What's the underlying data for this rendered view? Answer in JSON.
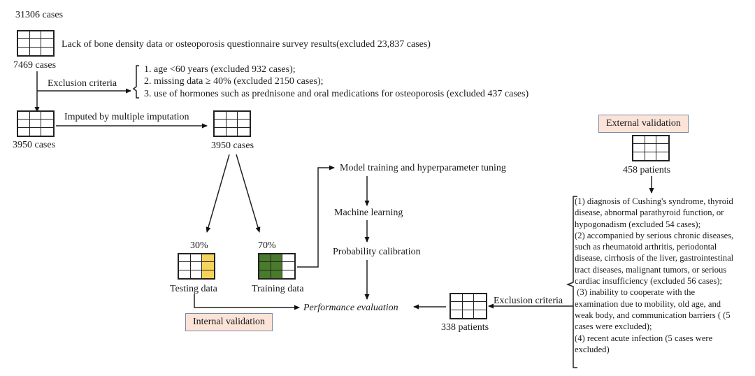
{
  "nodes": {
    "total": "31306 cases",
    "after_bone_density": "7469 cases",
    "after_exclusion": "3950 cases",
    "after_imputation": "3950 cases",
    "testing_pct": "30%",
    "training_pct": "70%",
    "testing_label": "Testing data",
    "training_label": "Training data",
    "external_cases": "458 patients",
    "external_after": "338 patients"
  },
  "steps": {
    "bone_density_exclusion": "Lack of bone density data or osteoporosis questionnaire survey results(excluded 23,837 cases)",
    "exclusion_label": "Exclusion criteria",
    "exclusion_items": [
      "1. age <60 years (excluded 932 cases);",
      "2. missing data ≥ 40% (excluded 2150 cases);",
      "3. use of hormones such as prednisone and oral medications for osteoporosis (excluded 437 cases)"
    ],
    "imputation": "Imputed by multiple imputation",
    "model_training": "Model training and hyperparameter tuning",
    "machine_learning": "Machine learning",
    "calibration": "Probability calibration",
    "performance": "Performance evaluation",
    "external_exclusion_label": "Exclusion criteria"
  },
  "validation": {
    "internal": "Internal validation",
    "external": "External validation"
  },
  "external_criteria": [
    "(1) diagnosis of Cushing's syndrome, thyroid disease, abnormal parathyroid function, or hypogonadism (excluded 54 cases);",
    "(2) accompanied by serious chronic diseases, such as rheumatoid arthritis, periodontal disease, cirrhosis of the liver, gastrointestinal tract diseases, malignant tumors, or serious cardiac insufficiency (excluded 56 cases);",
    " (3) inability to cooperate with the examination due to mobility, old age, and weak body, and communication barriers ( (5 cases were excluded);",
    "(4) recent acute infection (5 cases were excluded)"
  ],
  "colors": {
    "testing_fill": "#f6d35c",
    "training_fill": "#4a7a2c",
    "validation_box": "#fbe3d8",
    "validation_border": "#7a8aa8"
  }
}
